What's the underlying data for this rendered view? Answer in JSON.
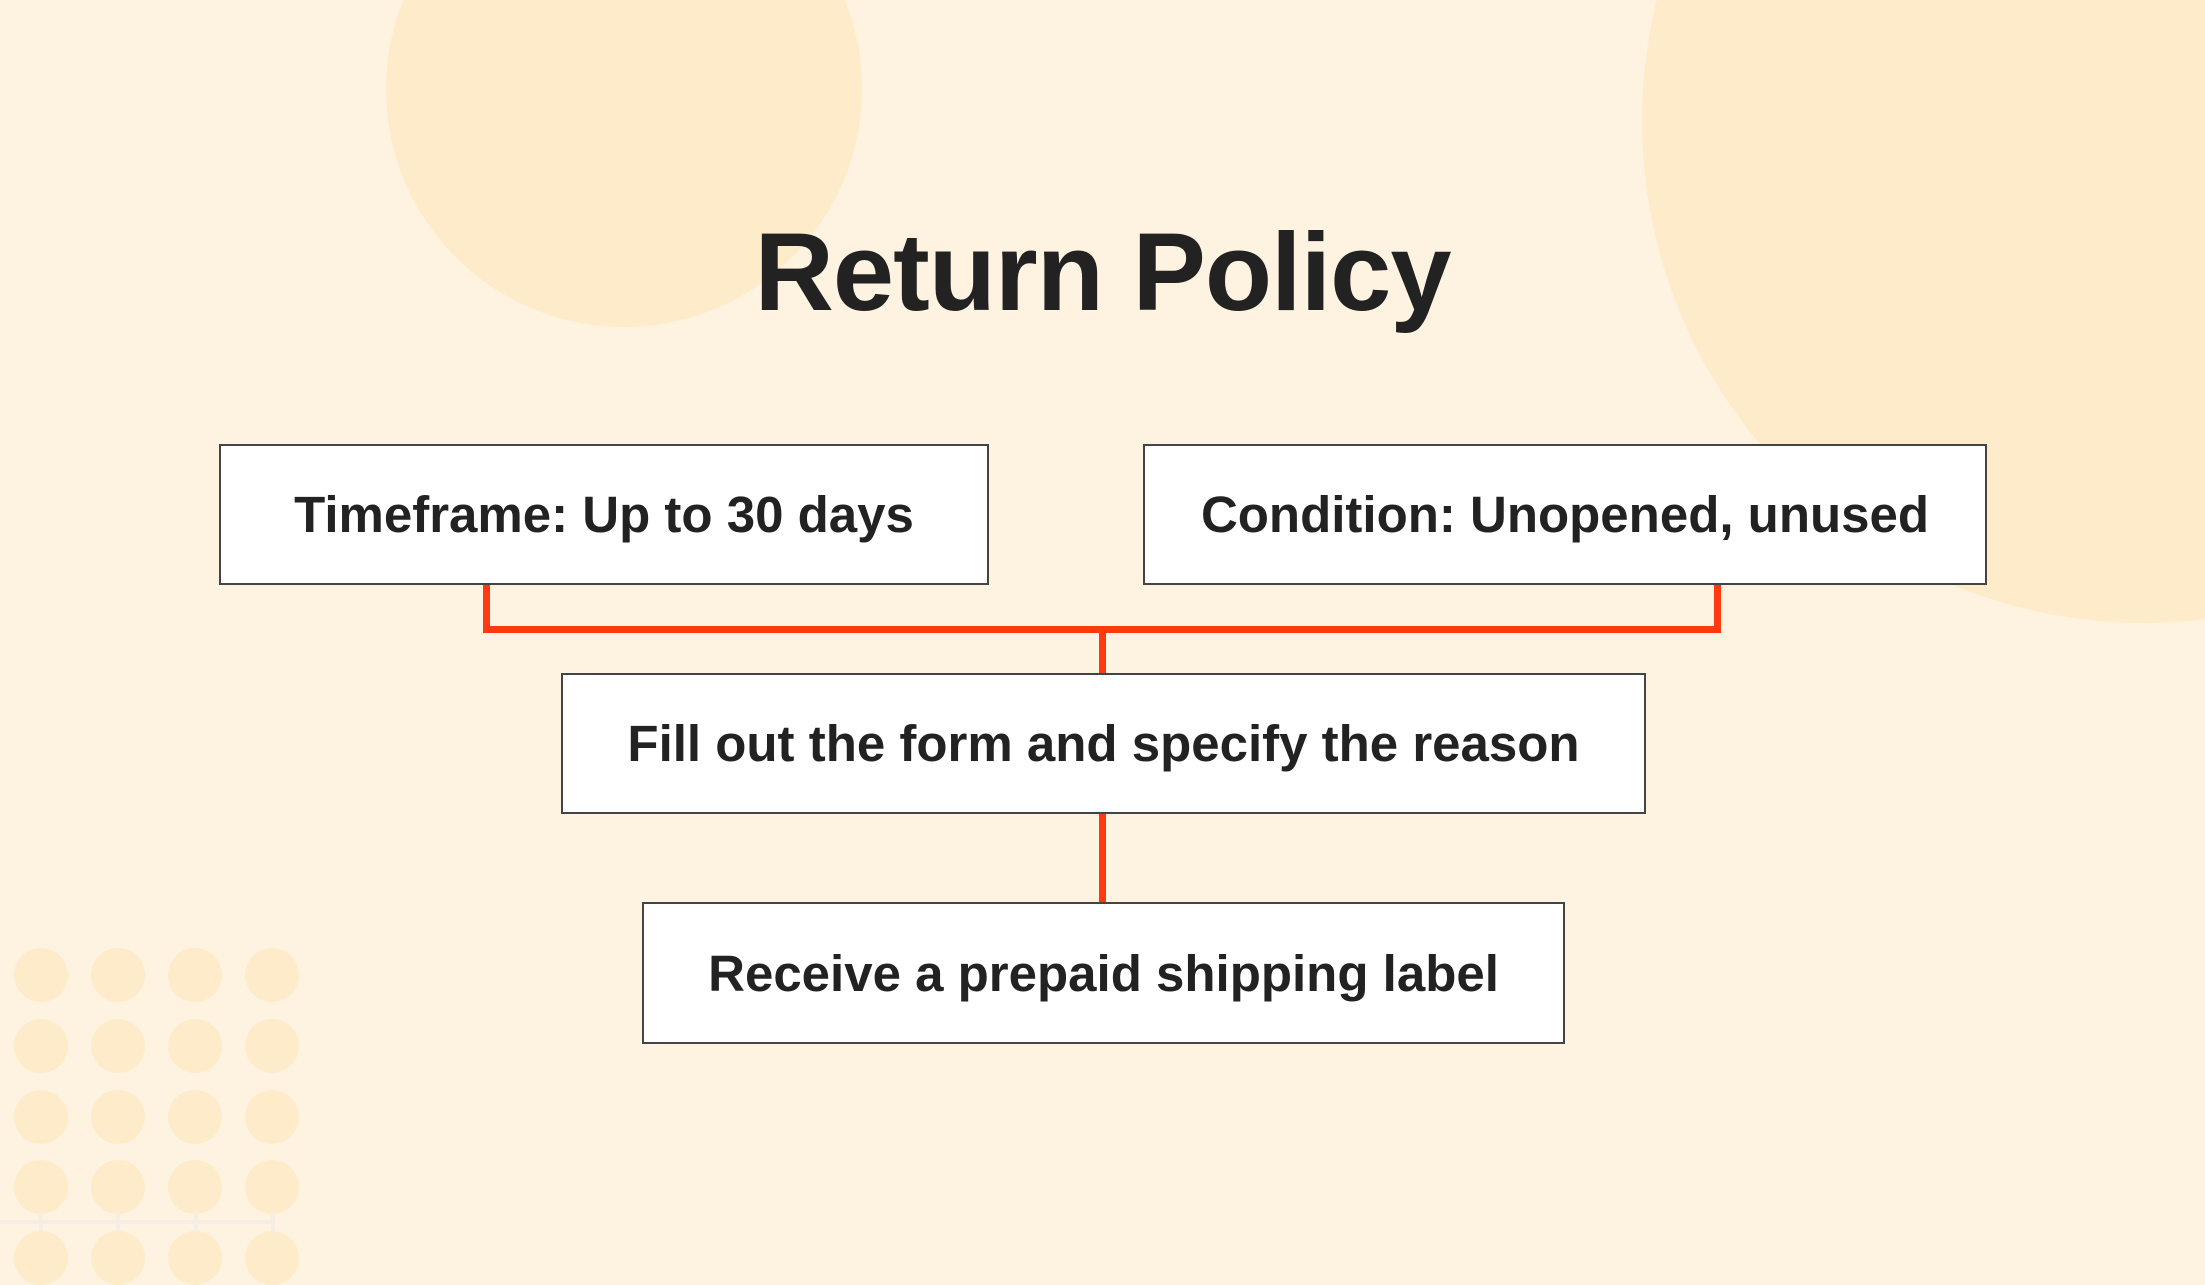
{
  "slide": {
    "title": "Return Policy"
  },
  "diagram": {
    "nodes": [
      {
        "id": "timeframe",
        "label": "Timeframe: Up to 30 days"
      },
      {
        "id": "condition",
        "label": "Condition: Unopened, unused"
      },
      {
        "id": "form",
        "label": "Fill out the form and specify the reason"
      },
      {
        "id": "label",
        "label": "Receive a prepaid shipping label"
      }
    ],
    "edges": [
      {
        "from": "timeframe",
        "to": "form"
      },
      {
        "from": "condition",
        "to": "form"
      },
      {
        "from": "form",
        "to": "label"
      }
    ]
  },
  "colors": {
    "background": "#FEF3E1",
    "decor_circle": "#FEEBC9",
    "connector": "#FF3A10",
    "text": "#222222",
    "box_border": "#444444",
    "box_fill": "#FFFFFF"
  }
}
